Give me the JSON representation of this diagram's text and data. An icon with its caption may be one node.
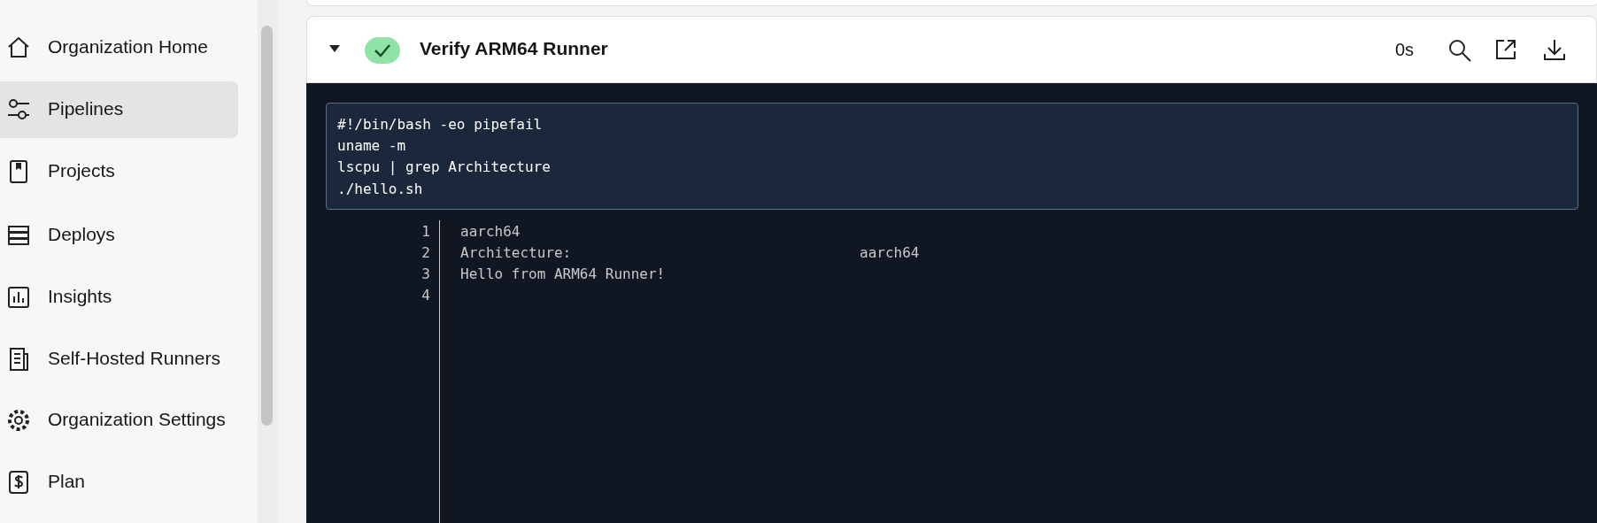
{
  "diagram": {
    "labels": [
      "Organization Home",
      "Pipelines",
      "Projects",
      "Deploys",
      "Insights",
      "Self-Hosted Runners",
      "Organization Settings",
      "Plan",
      "Verify ARM64 Runner",
      "0s",
      "#!/bin/bash -eo pipefail",
      "uname -m",
      "lscpu | grep Architecture",
      "./hello.sh",
      "1",
      "aarch64",
      "2",
      "Architecture:",
      "aarch64",
      "3",
      "Hello from ARM64 Runner!",
      "4"
    ]
  }
}
